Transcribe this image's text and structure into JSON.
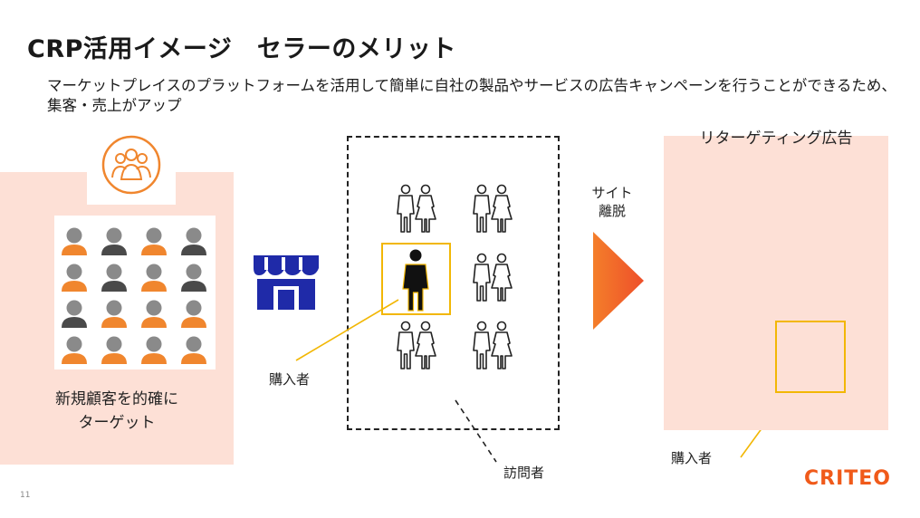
{
  "header": {
    "title": "CRP活用イメージ　セラーのメリット",
    "subtitle": "マーケットプレイスのプラットフォームを活用して簡単に自社の製品やサービスの広告キャンペーンを行うことができるため、集客・売上がアップ"
  },
  "left_panel": {
    "caption_line1": "新規顧客を的確に",
    "caption_line2": "ターゲット",
    "persona_icon": "group-people-icon",
    "grid_icon": "person-icon"
  },
  "store": {
    "icon": "storefront-icon",
    "color": "#1f2aa8"
  },
  "visitors": {
    "buyer_label": "購入者",
    "visitor_label": "訪問者",
    "icon": "couple-icon"
  },
  "exit": {
    "line1": "サイト",
    "line2": "離脱",
    "arrow_icon": "play-arrow-icon"
  },
  "retargeting": {
    "title": "リターゲティング広告",
    "buyer_label": "購入者"
  },
  "footer": {
    "logo": "CRITEO",
    "page_number": "11"
  },
  "colors": {
    "accent_orange": "#f0862e",
    "dark_gray": "#4a4a4a",
    "panel_pink": "#fde0d6",
    "highlight": "#f2b705",
    "brand": "#f05a1a"
  }
}
